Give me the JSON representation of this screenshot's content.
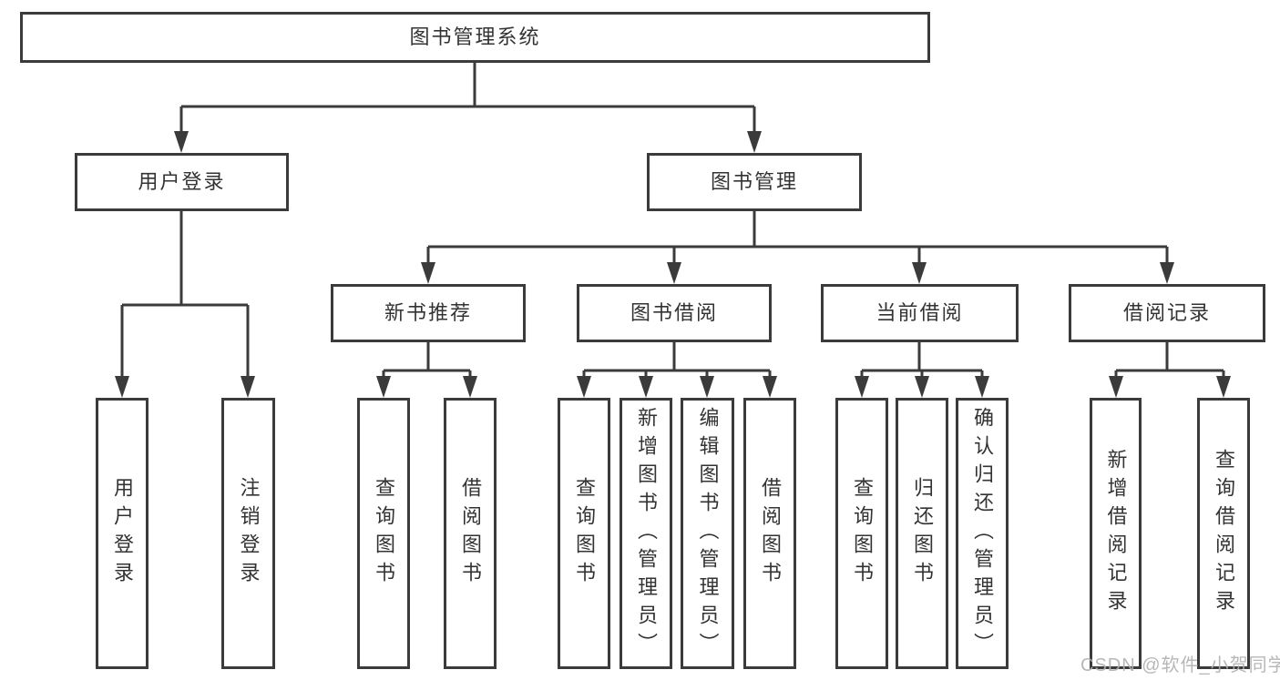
{
  "diagram": {
    "root": {
      "label": "图书管理系统"
    },
    "level2": [
      {
        "id": "user-login",
        "label": "用户登录"
      },
      {
        "id": "book-management",
        "label": "图书管理"
      }
    ],
    "level3": [
      {
        "id": "new-book-recommend",
        "label": "新书推荐"
      },
      {
        "id": "book-borrow",
        "label": "图书借阅"
      },
      {
        "id": "current-borrow",
        "label": "当前借阅"
      },
      {
        "id": "borrow-records",
        "label": "借阅记录"
      }
    ],
    "leaves": {
      "user_login": [
        "用户登录",
        "注销登录"
      ],
      "new_book": [
        "查询图书",
        "借阅图书"
      ],
      "book_borrow": [
        "查询图书",
        "新增图书（管理员）",
        "编辑图书（管理员）",
        "借阅图书"
      ],
      "current_borrow": [
        "查询图书",
        "归还图书",
        "确认归还（管理员）"
      ],
      "borrow_record": [
        "新增借阅记录",
        "查询借阅记录"
      ]
    },
    "watermark": "CSDN @软件_小贺同学",
    "colors": {
      "line": "#3b3b3b",
      "border": "#3b3b3b",
      "text": "#333333",
      "background": "#ffffff",
      "watermark": "#afafaf"
    }
  }
}
